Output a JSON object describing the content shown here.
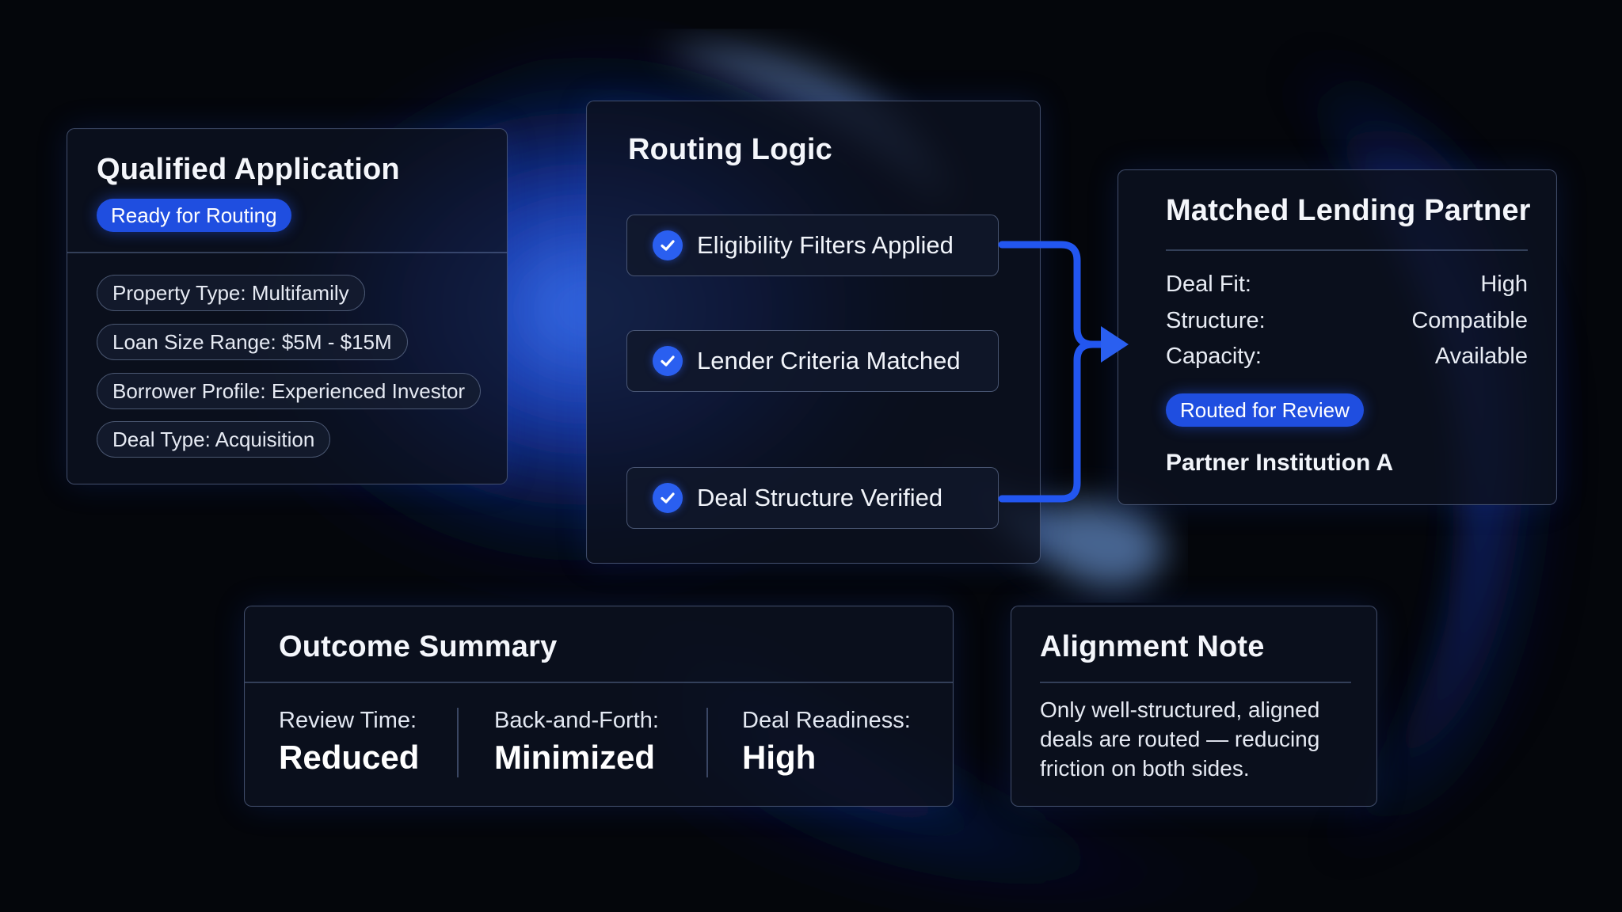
{
  "colors": {
    "accent": "#1f4ee0",
    "background": "#05070c",
    "panel": "#0c1220"
  },
  "qualified_application": {
    "title": "Qualified Application",
    "badge": "Ready for Routing",
    "attributes": [
      "Property Type: Multifamily",
      "Loan Size Range: $5M - $15M",
      "Borrower Profile: Experienced Investor",
      "Deal Type: Acquisition"
    ]
  },
  "routing_logic": {
    "title": "Routing Logic",
    "check_icon": "check-circle-icon",
    "steps": [
      "Eligibility Filters Applied",
      "Lender Criteria Matched",
      "Deal Structure Verified"
    ]
  },
  "matched_partner": {
    "title": "Matched Lending Partner",
    "rows": [
      {
        "label": "Deal Fit:",
        "value": "High"
      },
      {
        "label": "Structure:",
        "value": "Compatible"
      },
      {
        "label": "Capacity:",
        "value": "Available"
      }
    ],
    "badge": "Routed for Review",
    "institution": "Partner Institution A"
  },
  "outcome_summary": {
    "title": "Outcome Summary",
    "metrics": [
      {
        "label": "Review Time:",
        "value": "Reduced"
      },
      {
        "label": "Back-and-Forth:",
        "value": "Minimized"
      },
      {
        "label": "Deal Readiness:",
        "value": "High"
      }
    ]
  },
  "alignment_note": {
    "title": "Alignment Note",
    "lines": [
      "Only well-structured, aligned",
      "deals are routed — reducing",
      "friction on both sides."
    ]
  }
}
